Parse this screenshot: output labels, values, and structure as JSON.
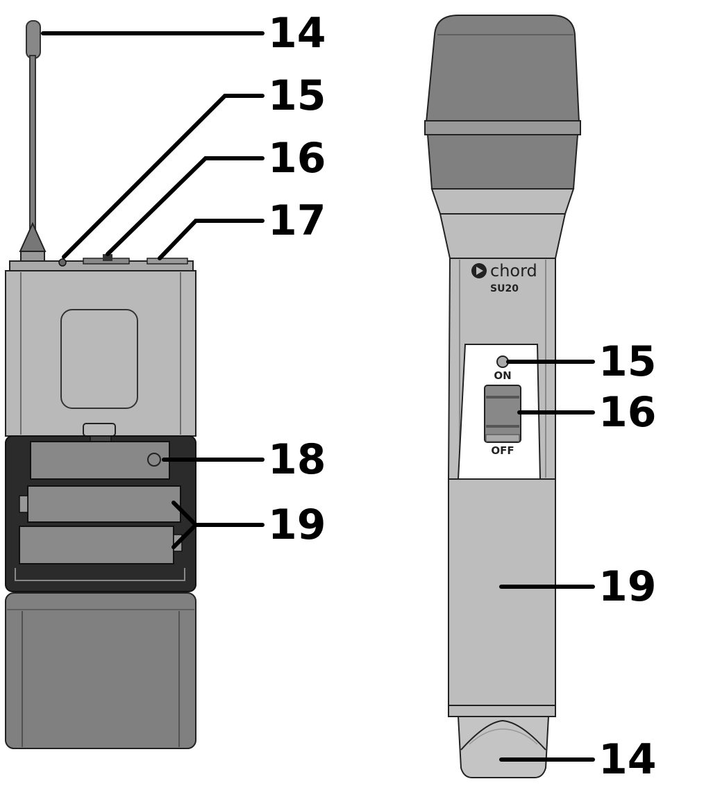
{
  "bodypack": {
    "callouts": [
      {
        "id": "antenna",
        "number": "14"
      },
      {
        "id": "power-led",
        "number": "15"
      },
      {
        "id": "power-switch",
        "number": "16"
      },
      {
        "id": "mic-input",
        "number": "17"
      },
      {
        "id": "channel-display",
        "number": "18"
      },
      {
        "id": "batteries",
        "number": "19"
      }
    ]
  },
  "handheld": {
    "brand": "chord",
    "model": "SU20",
    "switch_on_label": "ON",
    "switch_off_label": "OFF",
    "callouts": [
      {
        "id": "power-led",
        "number": "15"
      },
      {
        "id": "power-switch",
        "number": "16"
      },
      {
        "id": "battery-compartment",
        "number": "19"
      },
      {
        "id": "antenna-cap",
        "number": "14"
      }
    ]
  },
  "colors": {
    "ink": "#000000",
    "dark_grey": "#808080",
    "mid_grey": "#a9a9a9",
    "light_grey": "#c4c4c4",
    "compartment": "#2b2b2b"
  }
}
